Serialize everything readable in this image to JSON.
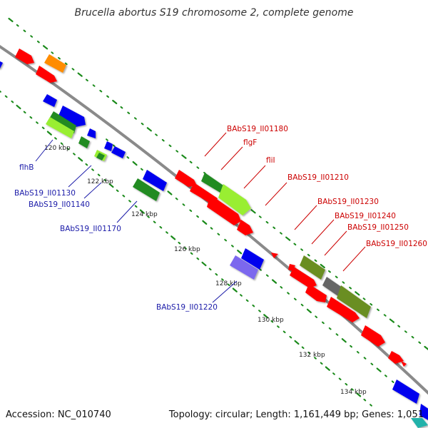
{
  "title": "Brucella abortus S19 chromosome 2, complete genome",
  "footer": {
    "accession": "Accession: NC_010740",
    "summary": "Topology: circular; Length: 1,161,449 bp; Genes: 1,051"
  },
  "colors": {
    "backbone": "#8a8a8a",
    "tick": "#1a8a1a",
    "forward_label": "#cc0000",
    "reverse_label": "#1a1aa8",
    "cds_red": "#ff0000",
    "cds_blue": "#0000ee",
    "cds_green": "#228b22",
    "cds_lightgreen": "#99ee33",
    "cds_orange": "#ff8c00",
    "cds_olive": "#6b8e23",
    "cds_gray": "#666666",
    "cds_purple": "#7b68ee",
    "cds_cyan": "#20b2aa"
  },
  "scale_labels": [
    "120 kbp",
    "122 kbp",
    "124 kbp",
    "126 kbp",
    "128 kbp",
    "130 kbp",
    "132 kbp",
    "134 kbp"
  ],
  "forward_labels": [
    "BAbS19_II01180",
    "flgF",
    "fliI",
    "BAbS19_II01210",
    "BAbS19_II01230",
    "BAbS19_II01240",
    "BAbS19_II01250",
    "BAbS19_II01260"
  ],
  "reverse_labels": [
    "flhB",
    "BAbS19_II01130",
    "BAbS19_II01140",
    "BAbS19_II01170",
    "BAbS19_II01220"
  ]
}
